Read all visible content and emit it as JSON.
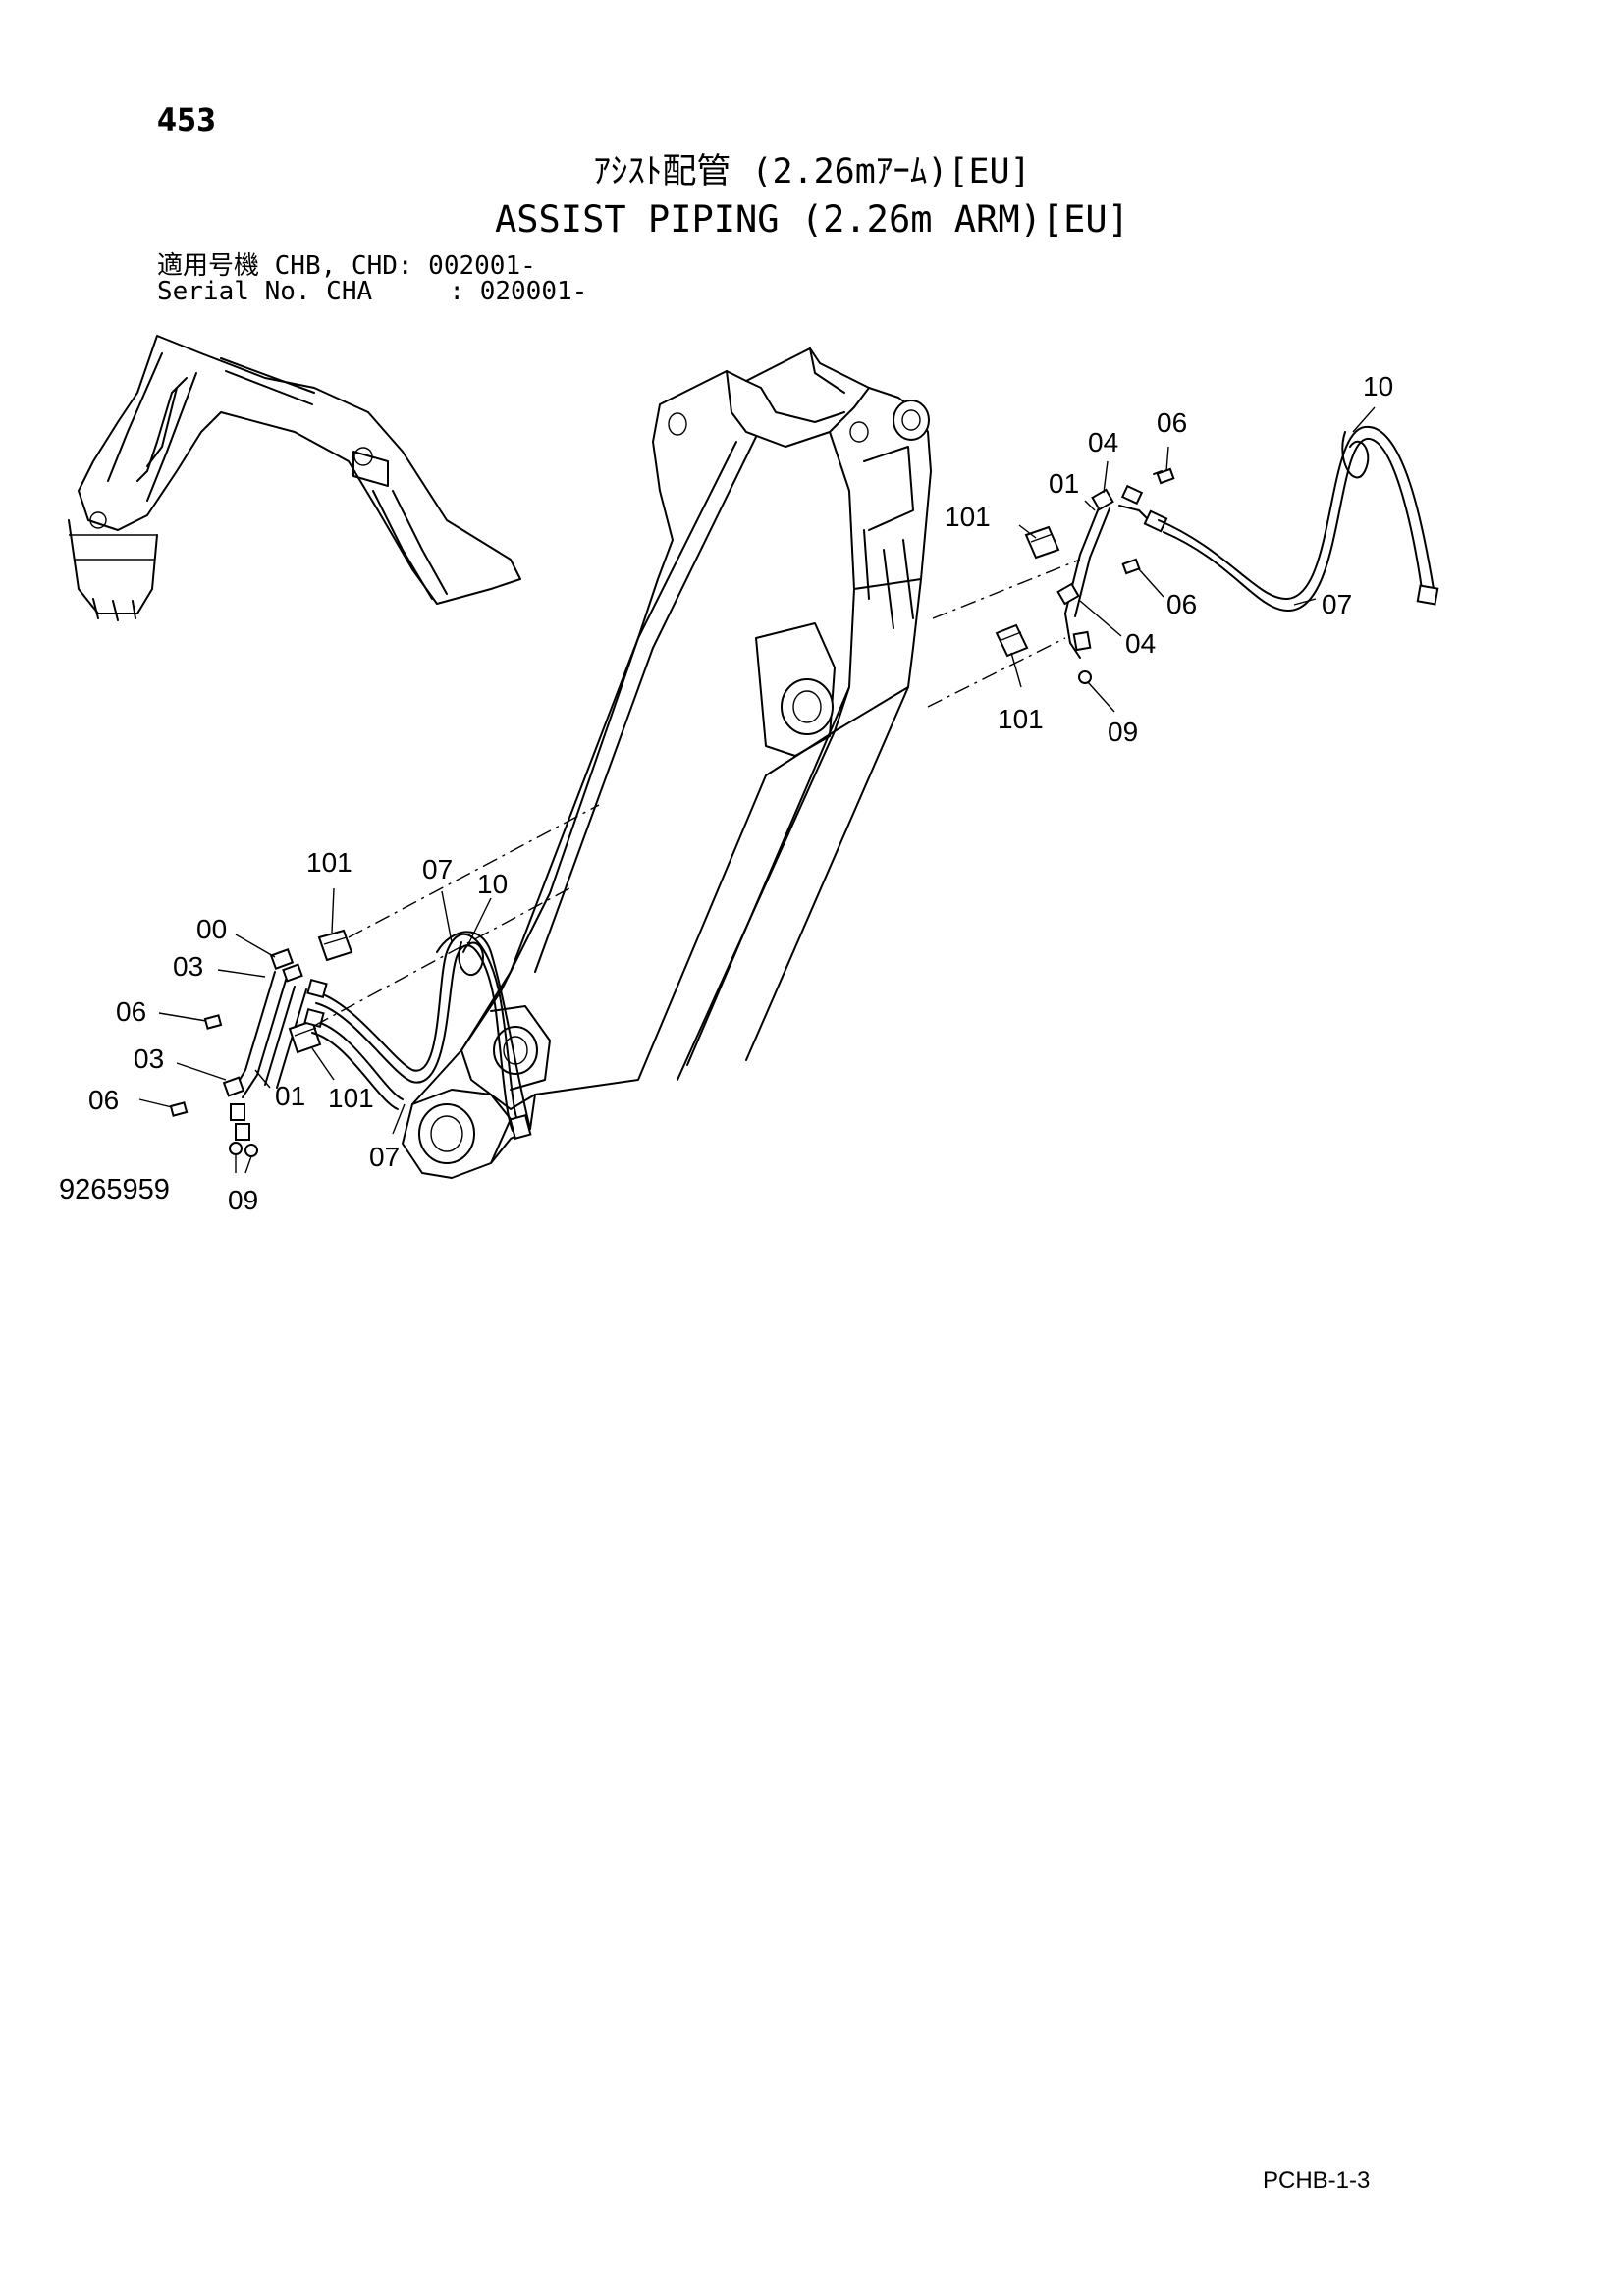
{
  "header": {
    "page_number": "453",
    "title_jp": "ｱｼｽﾄ配管 (2.26mｱｰﾑ)[EU]",
    "title_en": "ASSIST PIPING (2.26m ARM)[EU]",
    "applicable_models": "適用号機 CHB, CHD: 002001-",
    "serial_number": "Serial No. CHA     : 020001-"
  },
  "callouts": {
    "c10_top": "10",
    "c06_top": "06",
    "c04_top": "04",
    "c01_top": "01",
    "c101_top": "101",
    "c06_mid": "06",
    "c07_right": "07",
    "c04_mid": "04",
    "c101_mid": "101",
    "c09_mid": "09",
    "c101_left": "101",
    "c07_left_top": "07",
    "c10_left": "10",
    "c00": "00",
    "c03_a": "03",
    "c06_a": "06",
    "c03_b": "03",
    "c01_left": "01",
    "c101_left_b": "101",
    "c06_b": "06",
    "c07_left_bottom": "07",
    "c09_left": "09"
  },
  "footer": {
    "drawing_number": "9265959",
    "page_code": "PCHB-1-3"
  }
}
